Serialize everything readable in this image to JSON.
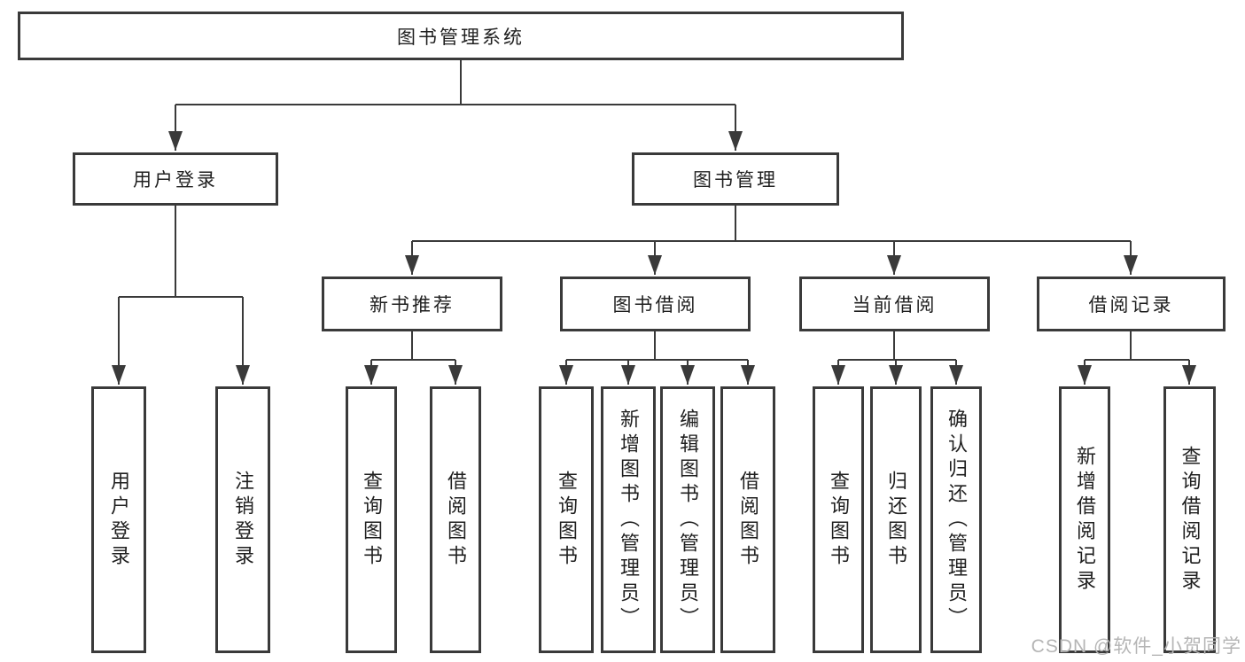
{
  "diagram": {
    "root": {
      "label": "图书管理系统"
    },
    "level2": {
      "user_login": {
        "label": "用户登录"
      },
      "book_mgmt": {
        "label": "图书管理"
      }
    },
    "level3": {
      "new_book_rec": {
        "label": "新书推荐"
      },
      "book_borrow": {
        "label": "图书借阅"
      },
      "current_borrow": {
        "label": "当前借阅"
      },
      "borrow_records": {
        "label": "借阅记录"
      }
    },
    "leaves": {
      "user_login_leaf": "用户登录",
      "logout": "注销登录",
      "rec_query": "查询图书",
      "rec_borrow": "借阅图书",
      "bb_query": "查询图书",
      "bb_add": "新增图书（管理员）",
      "bb_edit": "编辑图书（管理员）",
      "bb_borrow": "借阅图书",
      "cb_query": "查询图书",
      "cb_return": "归还图书",
      "cb_confirm": "确认归还（管理员）",
      "br_add": "新增借阅记录",
      "br_query": "查询借阅记录"
    },
    "watermark": "CSDN @软件_小贺同学",
    "colors": {
      "line": "#3a3a3a",
      "text": "#1f1f1f",
      "watermark": "#b5b5b5",
      "background": "#ffffff"
    }
  }
}
